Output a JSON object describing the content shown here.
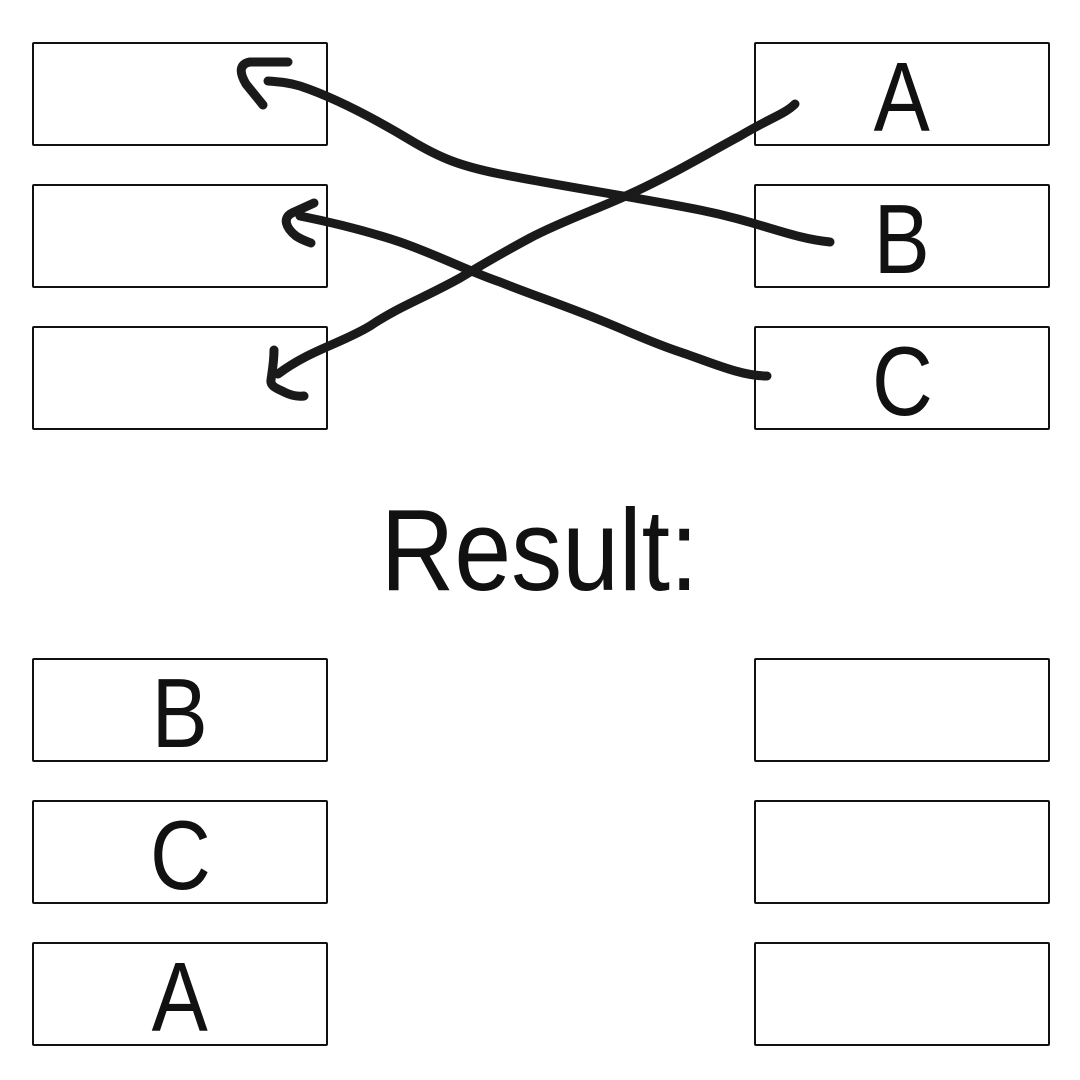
{
  "top": {
    "left_boxes": [
      "",
      "",
      ""
    ],
    "right_boxes": [
      "A",
      "B",
      "C"
    ]
  },
  "result": {
    "heading": "Result:",
    "left_boxes": [
      "B",
      "C",
      "A"
    ],
    "right_boxes": [
      "",
      "",
      ""
    ]
  },
  "connections": [
    {
      "from": "A",
      "to_slot": 3
    },
    {
      "from": "B",
      "to_slot": 1
    },
    {
      "from": "C",
      "to_slot": 2
    }
  ],
  "colors": {
    "ink": "#111111",
    "background": "#ffffff"
  }
}
